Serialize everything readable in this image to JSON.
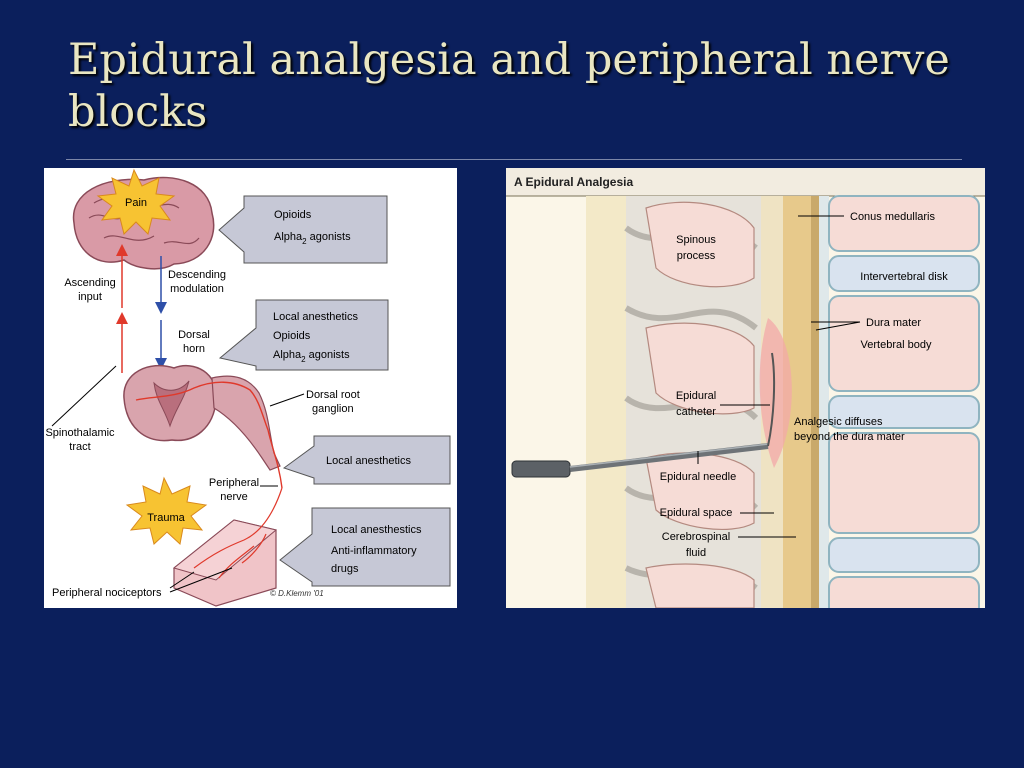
{
  "slide": {
    "title": "Epidural analgesia and peripheral nerve blocks"
  },
  "left_diagram": {
    "labels": {
      "pain": "Pain",
      "trauma": "Trauma",
      "ascending_input_1": "Ascending",
      "ascending_input_2": "input",
      "descending_1": "Descending",
      "descending_2": "modulation",
      "dorsal_horn_1": "Dorsal",
      "dorsal_horn_2": "horn",
      "drg_1": "Dorsal root",
      "drg_2": "ganglion",
      "spinothalamic_1": "Spinothalamic",
      "spinothalamic_2": "tract",
      "peripheral_nerve_1": "Peripheral",
      "peripheral_nerve_2": "nerve",
      "nociceptors": "Peripheral nociceptors",
      "credit": "© D.Klemm '01"
    },
    "boxes": {
      "brain_1": "Opioids",
      "brain_2": "Alpha",
      "brain_2_sub": "2",
      "brain_2_rest": "agonists",
      "spinal_1": "Local anesthetics",
      "spinal_2": "Opioids",
      "spinal_3": "Alpha",
      "spinal_3_sub": "2",
      "spinal_3_rest": "agonists",
      "nerve_1": "Local anesthetics",
      "periph_1": "Local anesthestics",
      "periph_2": "Anti-inflammatory",
      "periph_3": "drugs"
    }
  },
  "right_diagram": {
    "header": "A  Epidural Analgesia",
    "labels": {
      "conus": "Conus medullaris",
      "spinous_1": "Spinous",
      "spinous_2": "process",
      "disk": "Intervertebral disk",
      "dura": "Dura mater",
      "vertebral_body": "Vertebral body",
      "catheter_1": "Epidural",
      "catheter_2": "catheter",
      "diffuses_1": "Analgesic diffuses",
      "diffuses_2": "beyond the dura mater",
      "needle": "Epidural needle",
      "space": "Epidural space",
      "csf_1": "Cerebrospinal",
      "csf_2": "fluid"
    }
  },
  "colors": {
    "background": "#0b1f5c",
    "title": "#e9e6c2",
    "brain": "#d99aa6",
    "spinal_cord": "#d9a4ad",
    "pain_star": "#f7c332",
    "label_box": "#c6c8d6",
    "ascending_arrow": "#e0392b",
    "descending_arrow": "#2e4fa8"
  }
}
